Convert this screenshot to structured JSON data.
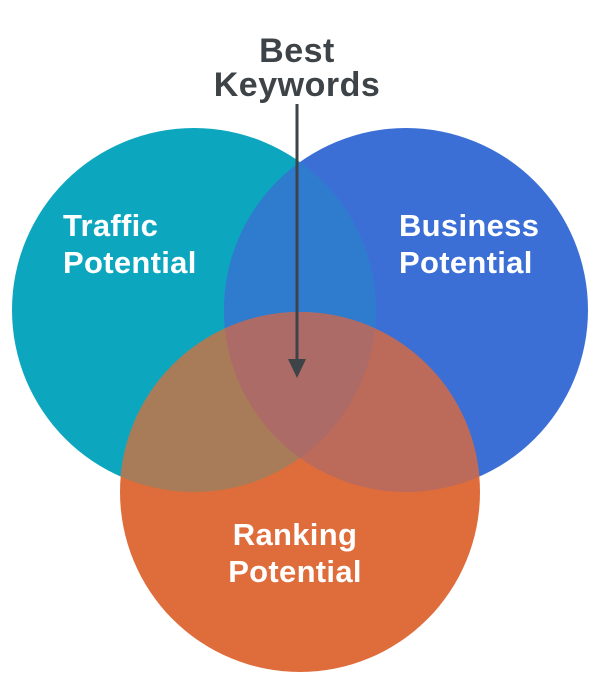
{
  "diagram": {
    "type": "venn",
    "title": "Best\nKeywords",
    "title_color": "#3E4347",
    "arrow": {
      "color": "#3E4347",
      "points_to": "center-intersection"
    },
    "sets": [
      {
        "id": "traffic",
        "label": "Traffic\nPotential",
        "color": "#0CA6BF",
        "text_color": "#FFFFFF"
      },
      {
        "id": "business",
        "label": "Business\nPotential",
        "color": "#3B6FD6",
        "text_color": "#FFFFFF"
      },
      {
        "id": "ranking",
        "label": "Ranking\nPotential",
        "color": "#DF6C3B",
        "text_color": "#FFFFFF"
      }
    ],
    "overlap_colors": {
      "traffic_business": "#2F7CCF",
      "traffic_ranking": "#A97C59",
      "business_ranking": "#BC6B5B",
      "all_three": "#AC6B66"
    }
  }
}
